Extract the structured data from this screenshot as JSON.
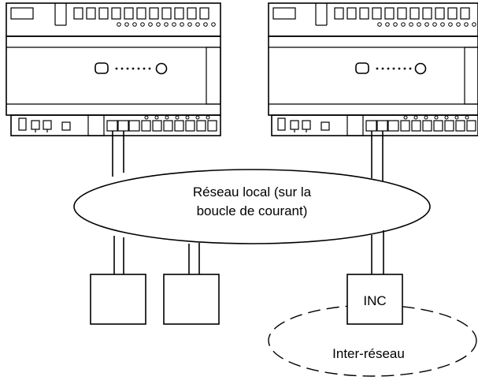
{
  "local_network": {
    "line1": "Réseau local (sur la",
    "line2": "boucle de courant)"
  },
  "inc_label": "INC",
  "internetwork_label": "Inter-réseau"
}
